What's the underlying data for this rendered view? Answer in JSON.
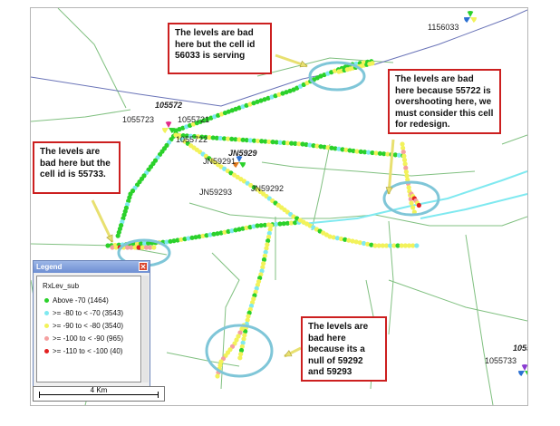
{
  "map": {
    "site_labels": {
      "s1156033": "1156033",
      "s105572": "105572",
      "s1055723": "1055723",
      "s1055721": "1055721",
      "s1055722": "1055722",
      "sjn5929": "JN5929",
      "sjn59291": "JN59291",
      "sjn59293": "JN59293",
      "sjn59292": "JN59292",
      "s1055_partial": "1055",
      "s1055733": "1055733"
    }
  },
  "callouts": {
    "c1": "The levels are bad here but the cell id 56033 is serving",
    "c2": "The levels are bad here  because 55722 is overshooting here, we must consider this cell for redesign.",
    "c3": "The levels are bad here but the cell id is 55733.",
    "c4": "The levels are bad here because its a null of 59292 and 59293"
  },
  "legend": {
    "title": "Legend",
    "close": "✕",
    "layer": "RxLev_sub",
    "items": [
      {
        "label": "Above -70 (1464)",
        "color": "#2bd12b"
      },
      {
        "label": ">= -80 to < -70 (3543)",
        "color": "#7fe9f0"
      },
      {
        "label": ">= -90 to < -80 (3540)",
        "color": "#f2f25a"
      },
      {
        "label": ">= -100 to < -90 (965)",
        "color": "#f5a0a0"
      },
      {
        "label": ">= -110 to < -100 (40)",
        "color": "#e22020"
      }
    ]
  },
  "scale": {
    "label": "4 Km"
  },
  "colors": {
    "strong": "#2bd12b",
    "good": "#7fe9f0",
    "fair": "#f2f25a",
    "poor": "#f5a0a0",
    "bad": "#e22020",
    "road": "#80c080",
    "river": "#6a74b8",
    "circle": "#7fc6d8",
    "callout_border": "#cc1f1f",
    "arrow": "#e8e070"
  }
}
